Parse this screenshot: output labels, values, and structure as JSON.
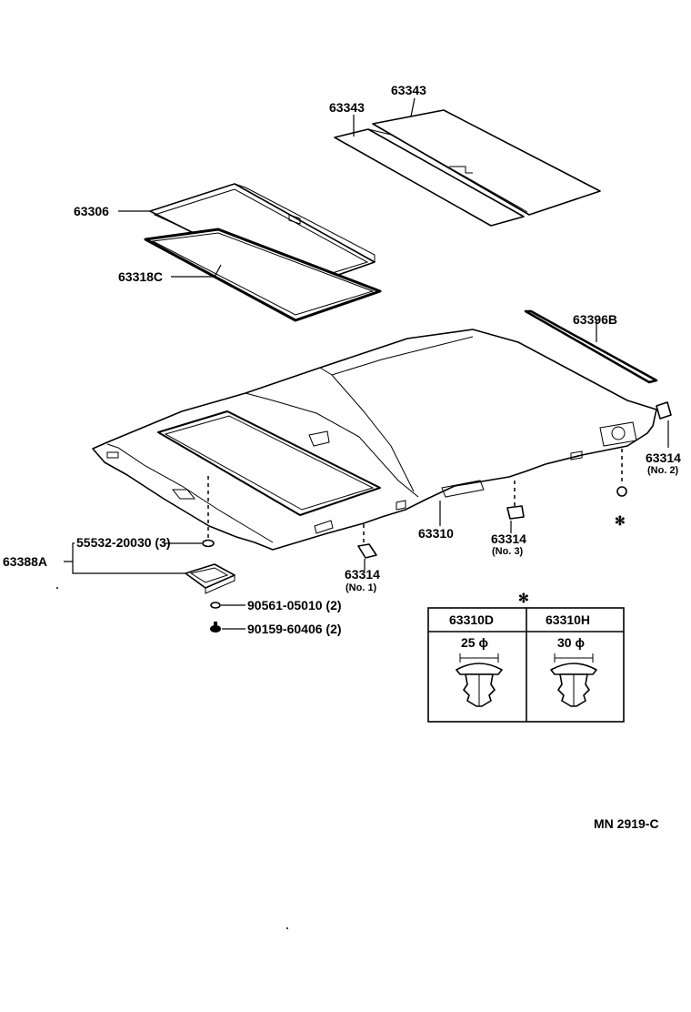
{
  "diagram": {
    "labels": {
      "p63343_top": "63343",
      "p63343_left": "63343",
      "p63306": "63306",
      "p63318c": "63318C",
      "p63396b": "63396B",
      "p63314_no2": "63314",
      "p63314_no2_sub": "(No. 2)",
      "p63310": "63310",
      "p63314_no3": "63314",
      "p63314_no3_sub": "(No. 3)",
      "p63314_no1": "63314",
      "p63314_no1_sub": "(No. 1)",
      "p63388a": "63388A",
      "p55532": "55532-20030 (3)",
      "p90561": "90561-05010 (2)",
      "p90159": "90159-60406 (2)",
      "clip_marker": "✻"
    },
    "clip_table": {
      "marker": "✻",
      "columns": [
        {
          "part": "63310D",
          "size": "25 ϕ"
        },
        {
          "part": "63310H",
          "size": "30 ϕ"
        }
      ]
    },
    "code": "MN  2919-C"
  }
}
